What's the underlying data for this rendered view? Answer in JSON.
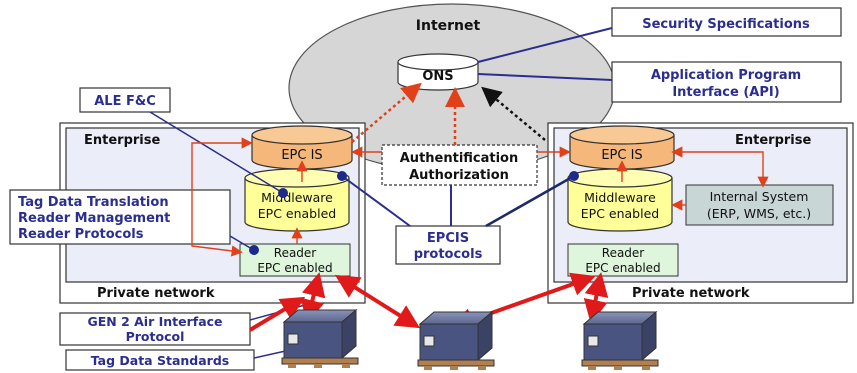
{
  "internet": {
    "label": "Internet",
    "ons_label": "ONS"
  },
  "callouts": {
    "security": "Security Specifications",
    "api_line1": "Application Program",
    "api_line2": "Interface (API)",
    "ale": "ALE F&C",
    "tag_translation_line1": "Tag Data Translation",
    "tag_translation_line2": "Reader Management",
    "tag_translation_line3": "Reader Protocols",
    "epcis_line1": "EPCIS",
    "epcis_line2": "protocols",
    "gen2_line1": "GEN 2 Air Interface",
    "gen2_line2": "Protocol",
    "tag_standards": "Tag Data Standards"
  },
  "auth": {
    "line1": "Authentification",
    "line2": "Authorization"
  },
  "left_enterprise": {
    "label": "Enterprise",
    "network_label": "Private network",
    "epcis": "EPC IS",
    "middleware_line1": "Middleware",
    "middleware_line2": "EPC enabled",
    "reader_line1": "Reader",
    "reader_line2": "EPC enabled"
  },
  "right_enterprise": {
    "label": "Enterprise",
    "network_label": "Private network",
    "epcis": "EPC IS",
    "middleware_line1": "Middleware",
    "middleware_line2": "EPC enabled",
    "reader_line1": "Reader",
    "reader_line2": "EPC enabled",
    "internal_line1": "Internal System",
    "internal_line2": "(ERP, WMS, etc.)"
  },
  "colors": {
    "callout_text": "#2b2e8f",
    "arrow_red": "#e0401a",
    "epc_orange": "#f6b87a",
    "cylinder_yellow": "#ffff99",
    "reader_green": "#dff5dc",
    "internal_gray": "#c9d6d6",
    "internet_gray": "#d6d6d6",
    "dot_blue": "#1d2a8a"
  },
  "icons": [
    "pallet-box-icon"
  ]
}
